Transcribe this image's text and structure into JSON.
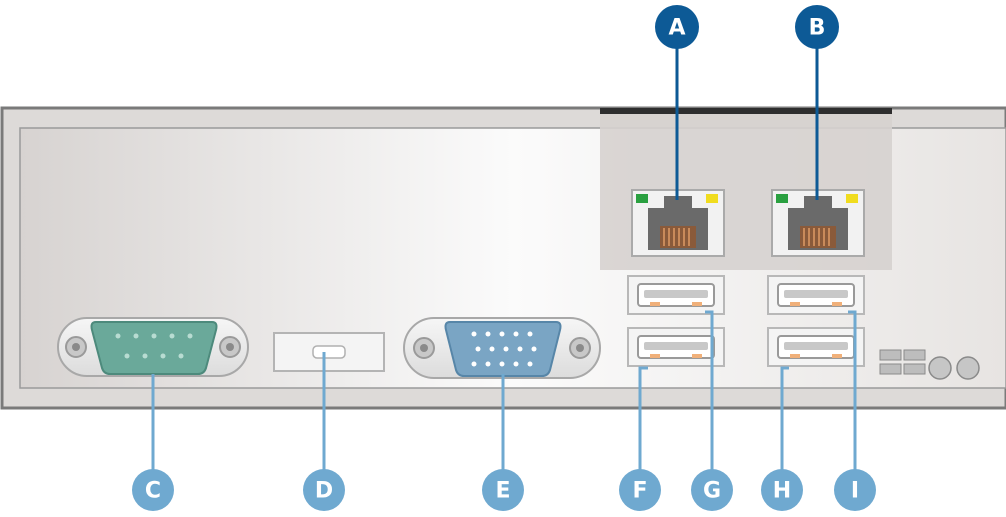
{
  "callouts": [
    {
      "id": "A",
      "text": "A",
      "color": "#0d5a96"
    },
    {
      "id": "B",
      "text": "B",
      "color": "#0d5a96"
    },
    {
      "id": "C",
      "text": "C",
      "color": "#6fa9d0"
    },
    {
      "id": "D",
      "text": "D",
      "color": "#6fa9d0"
    },
    {
      "id": "E",
      "text": "E",
      "color": "#6fa9d0"
    },
    {
      "id": "F",
      "text": "F",
      "color": "#6fa9d0"
    },
    {
      "id": "G",
      "text": "G",
      "color": "#6fa9d0"
    },
    {
      "id": "H",
      "text": "H",
      "color": "#6fa9d0"
    },
    {
      "id": "I",
      "text": "I",
      "color": "#6fa9d0"
    }
  ],
  "colors": {
    "panel_border": "#7a7a7a",
    "serial_port": "#6aa99a",
    "vga_port": "#7aa5c4",
    "link_led": "#2aa040",
    "activity_led": "#f0dc1e",
    "usb_tab": "#f0b07a",
    "highlight_zone": "#d6d2cf"
  },
  "icons": [
    "rj45-port-icon",
    "usb-port-icon",
    "db9-serial-port-icon",
    "db15-vga-port-icon",
    "mini-displayport-icon"
  ]
}
